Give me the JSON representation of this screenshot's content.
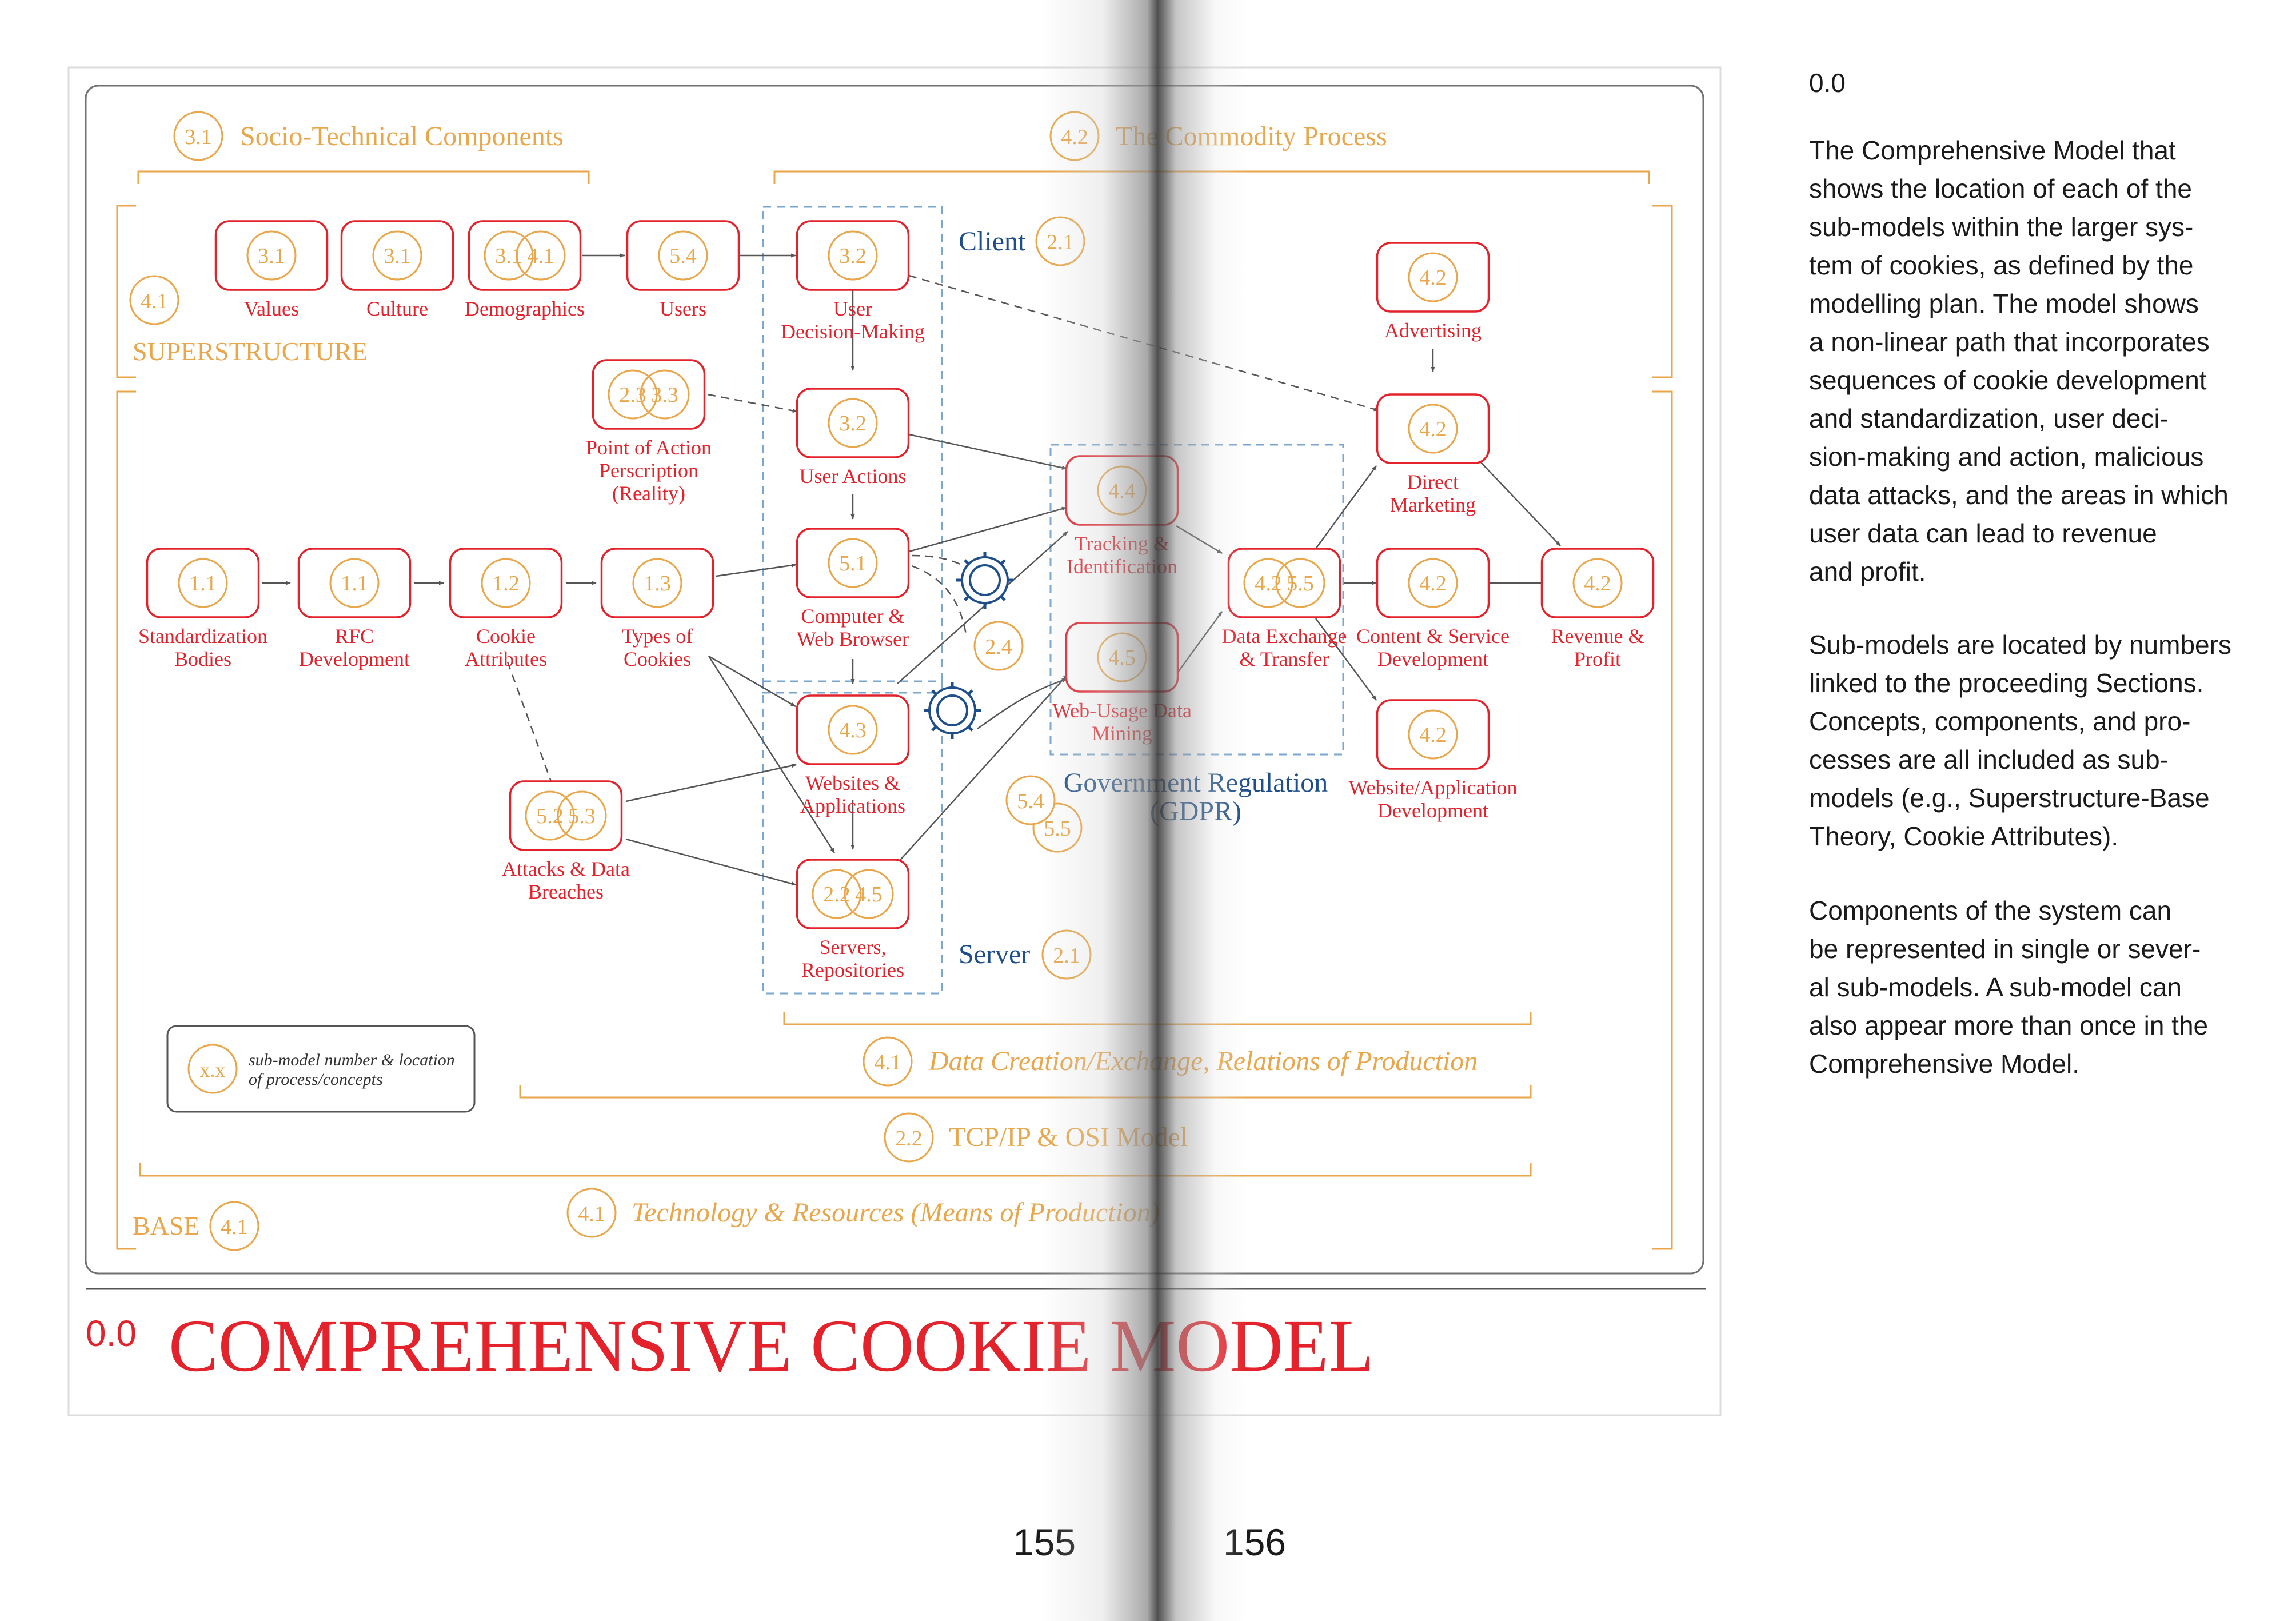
{
  "colors": {
    "red": "#e3222b",
    "orange": "#e9a64a",
    "blue": "#1f4f8a",
    "dash_blue": "#7aa6cf",
    "arrow": "#555555",
    "frame": "#707070"
  },
  "title": {
    "number": "0.0",
    "text": "COMPREHENSIVE COOKIE MODEL"
  },
  "groups": {
    "socio_technical": {
      "num": "3.1",
      "label": "Socio-Technical Components"
    },
    "commodity": {
      "num": "4.2",
      "label": "The Commodity Process"
    },
    "superstructure": {
      "num": "4.1",
      "label": "SUPERSTRUCTURE"
    },
    "base": {
      "num": "4.1",
      "label": "BASE"
    },
    "client": {
      "num": "2.1",
      "label": "Client"
    },
    "server": {
      "num": "2.1",
      "label": "Server"
    },
    "government": {
      "label_line1": "Government Regulation",
      "label_line2": "(GDPR)"
    },
    "data_creation": {
      "num": "4.1",
      "label": "Data Creation/Exchange, Relations of Production"
    },
    "tcpip": {
      "num": "2.2",
      "label": "TCP/IP & OSI Model"
    },
    "technology": {
      "num": "4.1",
      "label": "Technology & Resources (Means of Production)"
    }
  },
  "nodes": {
    "values": {
      "nums": [
        "3.1"
      ],
      "lines": [
        "Values"
      ]
    },
    "culture": {
      "nums": [
        "3.1"
      ],
      "lines": [
        "Culture"
      ]
    },
    "demographics": {
      "nums": [
        "3.1",
        "4.1"
      ],
      "lines": [
        "Demographics"
      ]
    },
    "users": {
      "nums": [
        "5.4"
      ],
      "lines": [
        "Users"
      ]
    },
    "user_decision": {
      "nums": [
        "3.2"
      ],
      "lines": [
        "User",
        "Decision-Making"
      ]
    },
    "point_of_action": {
      "nums": [
        "2.3",
        "3.3"
      ],
      "lines": [
        "Point of Action",
        "Perscription",
        "(Reality)"
      ]
    },
    "user_actions": {
      "nums": [
        "3.2"
      ],
      "lines": [
        "User Actions"
      ]
    },
    "computer_browser": {
      "nums": [
        "5.1"
      ],
      "lines": [
        "Computer &",
        "Web Browser"
      ]
    },
    "websites_apps": {
      "nums": [
        "4.3"
      ],
      "lines": [
        "Websites &",
        "Applications"
      ]
    },
    "servers": {
      "nums": [
        "2.2",
        "4.5"
      ],
      "lines": [
        "Servers,",
        "Repositories"
      ]
    },
    "standardization": {
      "nums": [
        "1.1"
      ],
      "lines": [
        "Standardization",
        "Bodies"
      ]
    },
    "rfc": {
      "nums": [
        "1.1"
      ],
      "lines": [
        "RFC",
        "Development"
      ]
    },
    "cookie_attributes": {
      "nums": [
        "1.2"
      ],
      "lines": [
        "Cookie",
        "Attributes"
      ]
    },
    "types_cookies": {
      "nums": [
        "1.3"
      ],
      "lines": [
        "Types of",
        "Cookies"
      ]
    },
    "attacks": {
      "nums": [
        "5.2",
        "5.3"
      ],
      "lines": [
        "Attacks & Data",
        "Breaches"
      ]
    },
    "tracking": {
      "nums": [
        "4.4"
      ],
      "lines": [
        "Tracking &",
        "Identification"
      ]
    },
    "web_usage": {
      "nums": [
        "4.5"
      ],
      "lines": [
        "Web-Usage Data",
        "Mining"
      ]
    },
    "data_exchange": {
      "nums": [
        "4.2",
        "5.5"
      ],
      "lines": [
        "Data Exchange",
        "& Transfer"
      ]
    },
    "advertising": {
      "nums": [
        "4.2"
      ],
      "lines": [
        "Advertising"
      ]
    },
    "direct_marketing": {
      "nums": [
        "4.2"
      ],
      "lines": [
        "Direct",
        "Marketing"
      ]
    },
    "content_service": {
      "nums": [
        "4.2"
      ],
      "lines": [
        "Content & Service",
        "Development"
      ]
    },
    "website_app_dev": {
      "nums": [
        "4.2"
      ],
      "lines": [
        "Website/Application",
        "Development"
      ]
    },
    "revenue": {
      "nums": [
        "4.2"
      ],
      "lines": [
        "Revenue &",
        "Profit"
      ]
    }
  },
  "floating_badges": {
    "b24": "2.4",
    "b54": "5.4",
    "b55": "5.5"
  },
  "legend": {
    "num": "x.x",
    "line1": "sub-model number & location",
    "line2": "of process/concepts"
  },
  "side": {
    "heading": "0.0",
    "paragraph1": [
      "The Comprehensive Model that",
      "shows the location of each of the",
      "sub-models within the larger sys-",
      "tem of cookies, as defined by the",
      "modelling plan. The model shows",
      "a non-linear path that incorporates",
      "sequences of cookie development",
      "and standardization, user deci-",
      "sion-making and action, malicious",
      "data attacks, and the areas in which",
      "user data can lead to revenue",
      "and profit."
    ],
    "paragraph2": [
      "Sub-models are located by numbers",
      "linked to the proceeding Sections.",
      "Concepts, components, and pro-",
      "cesses are all included as sub-",
      "models (e.g., Superstructure-Base",
      "Theory, Cookie Attributes)."
    ],
    "paragraph3": [
      "Components of the system can",
      "be represented in single or sever-",
      "al sub-models. A sub-model can",
      "also appear more than once in the",
      "Comprehensive Model."
    ]
  },
  "pages": {
    "left": "155",
    "right": "156"
  }
}
